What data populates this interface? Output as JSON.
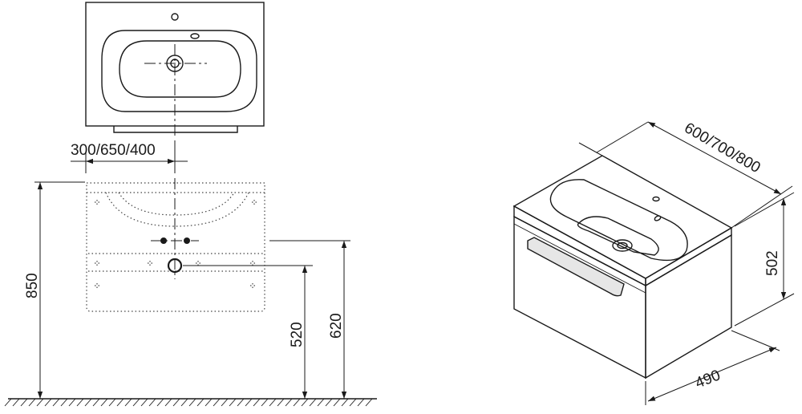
{
  "dimensions": {
    "tap_offsets": "300/650/400",
    "total_height": "850",
    "waste_height": "520",
    "supply_height": "620",
    "width_options": "600/700/800",
    "cabinet_height": "502",
    "depth": "490"
  }
}
